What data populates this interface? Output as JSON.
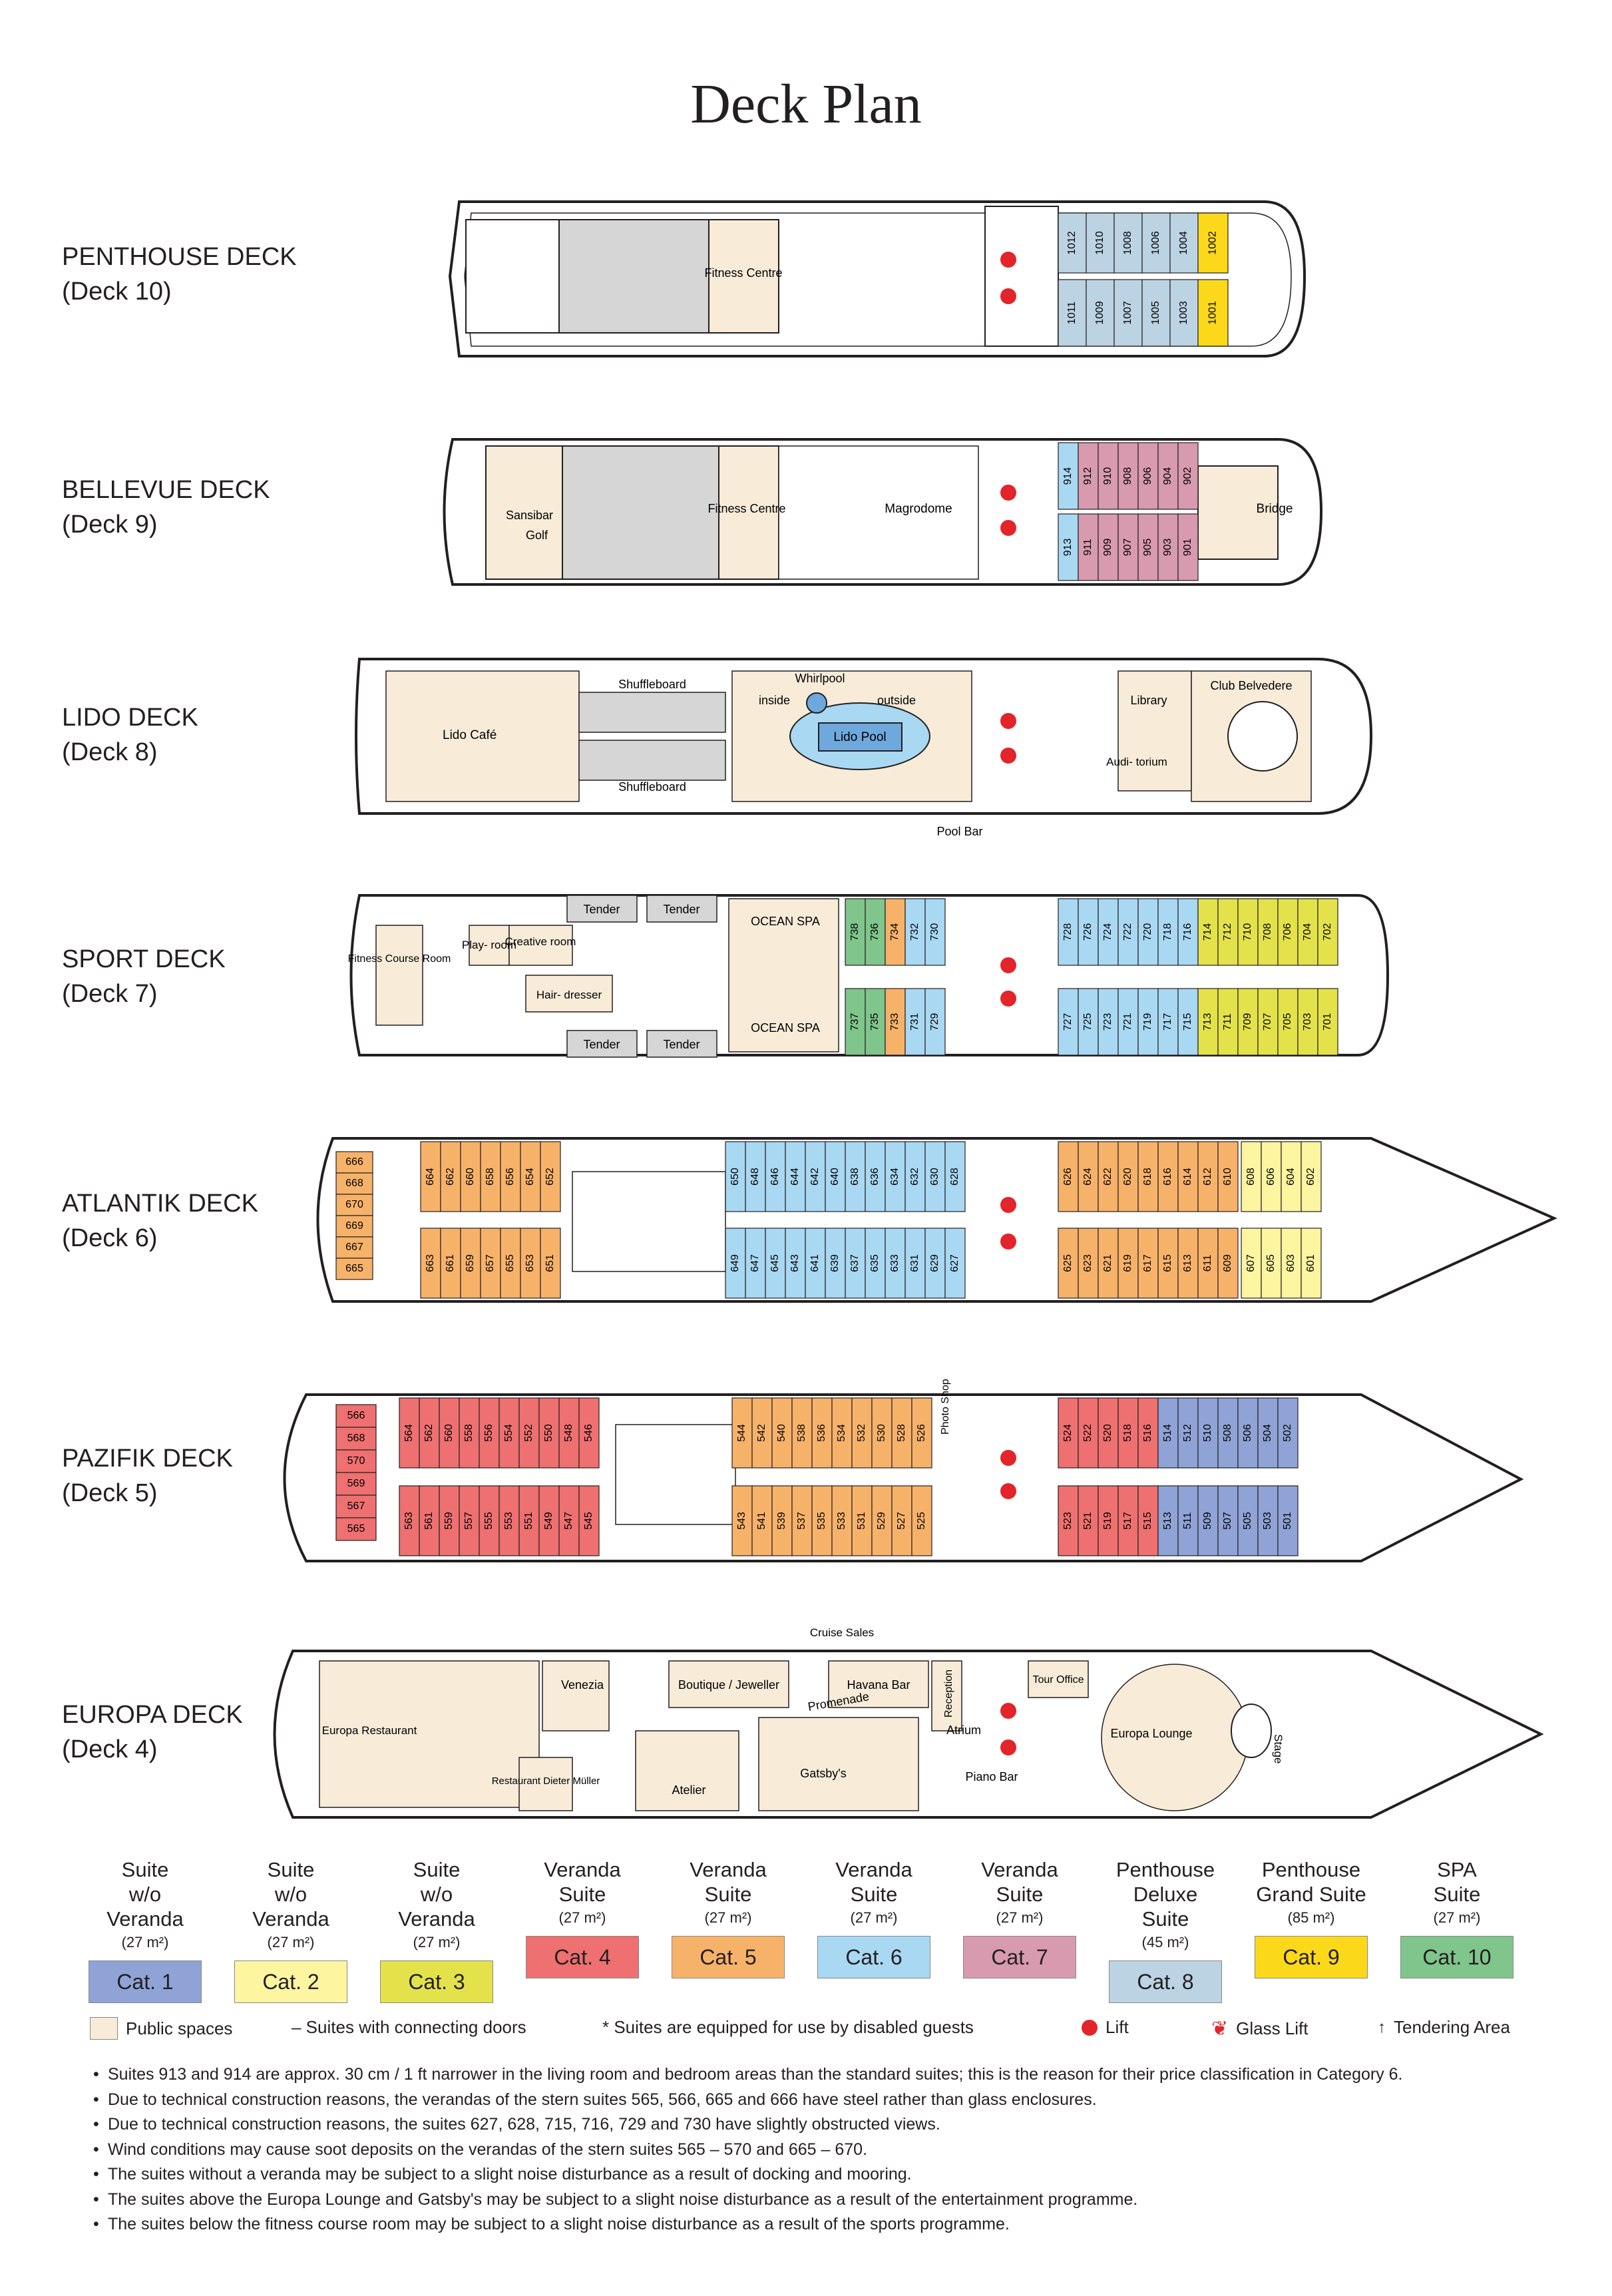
{
  "title": "Deck Plan",
  "colors": {
    "cat1": "#8fa3d6",
    "cat2": "#fdf5a0",
    "cat3": "#e4e24a",
    "cat4": "#ee7070",
    "cat5": "#f7b26a",
    "cat6": "#a9d8f3",
    "cat7": "#d89aae",
    "cat8": "#bcd3e3",
    "cat9": "#fbd91a",
    "cat10": "#7fc58c",
    "public": "#f8ecd9",
    "lift": "#e3242b"
  },
  "decks": [
    {
      "name": "PENTHOUSE DECK",
      "sub": "(Deck 10)"
    },
    {
      "name": "BELLEVUE DECK",
      "sub": "(Deck 9)"
    },
    {
      "name": "LIDO DECK",
      "sub": "(Deck 8)"
    },
    {
      "name": "SPORT DECK",
      "sub": "(Deck 7)"
    },
    {
      "name": "ATLANTIK DECK",
      "sub": "(Deck 6)"
    },
    {
      "name": "PAZIFIK DECK",
      "sub": "(Deck 5)"
    },
    {
      "name": "EUROPA DECK",
      "sub": "(Deck 4)"
    }
  ],
  "places": {
    "fitness_centre": "Fitness Centre",
    "sansibar": "Sansibar",
    "golf": "Golf",
    "magrodome": "Magrodome",
    "bridge": "Bridge",
    "shuffleboard": "Shuffleboard",
    "whirlpool": "Whirlpool",
    "inside": "inside",
    "outside": "outside",
    "lido_pool": "Lido Pool",
    "lido_cafe": "Lido Café",
    "library": "Library",
    "club_belvedere": "Club Belvedere",
    "auditorium": "Audi- torium",
    "pool_bar": "Pool Bar",
    "tender": "Tender",
    "ocean_spa": "OCEAN SPA",
    "fitness_course_room": "Fitness Course Room",
    "playroom": "Play- room",
    "creative_room": "Creative room",
    "hairdresser": "Hair- dresser",
    "photo_shop": "Photo Shop",
    "venezia": "Venezia",
    "boutique": "Boutique / Jeweller",
    "cruise_sales": "Cruise Sales",
    "havana_bar": "Havana Bar",
    "reception": "Reception",
    "tour_office": "Tour Office",
    "promenade": "Promenade",
    "atrium": "Atrium",
    "europa_restaurant": "Europa Restaurant",
    "restaurant_dieter": "Restaurant Dieter Müller",
    "atelier": "Atelier",
    "gatsbys": "Gatsby's",
    "piano_bar": "Piano Bar",
    "europa_lounge": "Europa Lounge",
    "stage": "Stage"
  },
  "legend": [
    {
      "type": "Suite w/o Veranda",
      "size": "(27 m²)",
      "cat": "Cat. 1",
      "color": "#8fa3d6"
    },
    {
      "type": "Suite w/o Veranda",
      "size": "(27 m²)",
      "cat": "Cat. 2",
      "color": "#fdf5a0"
    },
    {
      "type": "Suite w/o Veranda",
      "size": "(27 m²)",
      "cat": "Cat. 3",
      "color": "#e4e24a"
    },
    {
      "type": "Veranda Suite",
      "size": "(27 m²)",
      "cat": "Cat. 4",
      "color": "#ee7070"
    },
    {
      "type": "Veranda Suite",
      "size": "(27 m²)",
      "cat": "Cat. 5",
      "color": "#f7b26a"
    },
    {
      "type": "Veranda Suite",
      "size": "(27 m²)",
      "cat": "Cat. 6",
      "color": "#a9d8f3"
    },
    {
      "type": "Veranda Suite",
      "size": "(27 m²)",
      "cat": "Cat. 7",
      "color": "#d89aae"
    },
    {
      "type": "Penthouse Deluxe Suite",
      "size": "(45 m²)",
      "cat": "Cat. 8",
      "color": "#bcd3e3"
    },
    {
      "type": "Penthouse Grand Suite",
      "size": "(85 m²)",
      "cat": "Cat. 9",
      "color": "#fbd91a"
    },
    {
      "type": "SPA Suite",
      "size": "(27 m²)",
      "cat": "Cat. 10",
      "color": "#7fc58c"
    }
  ],
  "key": {
    "public_spaces": "Public spaces",
    "connecting": "–  Suites with connecting doors",
    "disabled": "*  Suites are equipped for use by disabled guests",
    "lift": "Lift",
    "glass_lift": "Glass Lift",
    "tendering": "Tendering Area"
  },
  "notes": [
    "Suites 913 and 914 are approx. 30 cm / 1 ft narrower in the living room and bedroom areas than the standard suites; this is the reason for their price classification in Category 6.",
    "Due to technical construction reasons, the verandas of the stern suites 565, 566, 665 and 666 have steel rather than glass enclosures.",
    "Due to technical construction reasons, the suites 627, 628, 715, 716, 729 and 730 have slightly obstructed views.",
    "Wind conditions may cause soot deposits on the verandas of the stern suites 565 – 570 and 665 – 670.",
    "The suites without a veranda may be subject to a slight noise disturbance as a result of docking and mooring.",
    "The suites above the Europa Lounge and Gatsby's may be subject to a slight noise disturbance as a result of the entertainment programme.",
    "The suites below the fitness course room may be subject to a slight noise disturbance as a result of the sports programme."
  ],
  "cabins": {
    "d10_top": [
      "1012",
      "1010",
      "1008",
      "1006",
      "1004"
    ],
    "d10_bot": [
      "1011",
      "1009",
      "1007",
      "1005",
      "1003"
    ],
    "d10_grand": [
      "1002",
      "1001"
    ],
    "d9_top": [
      "914",
      "912",
      "910",
      "908",
      "906",
      "904",
      "902"
    ],
    "d9_bot": [
      "913",
      "911",
      "909",
      "907",
      "905",
      "903",
      "901"
    ],
    "d7_spa_top": [
      "738",
      "736"
    ],
    "d7_spa_bot": [
      "737",
      "735"
    ],
    "d7_a_top": [
      "734"
    ],
    "d7_a_bot": [
      "733"
    ],
    "d7_b_top": [
      "732",
      "730"
    ],
    "d7_b_bot": [
      "731",
      "729"
    ],
    "d7_c_top": [
      "728",
      "726",
      "724",
      "722",
      "720",
      "718",
      "716"
    ],
    "d7_c_bot": [
      "727",
      "725",
      "723",
      "721",
      "719",
      "717",
      "715"
    ],
    "d7_d_top": [
      "714",
      "712",
      "710",
      "708",
      "706",
      "704",
      "702"
    ],
    "d7_d_bot": [
      "713",
      "711",
      "709",
      "707",
      "705",
      "703",
      "701"
    ],
    "d6_stern": [
      "666",
      "668",
      "670",
      "669",
      "667",
      "665"
    ],
    "d6_a_top": [
      "664",
      "662",
      "660",
      "658",
      "656",
      "654",
      "652"
    ],
    "d6_a_bot": [
      "663",
      "661",
      "659",
      "657",
      "655",
      "653",
      "651"
    ],
    "d6_b_top": [
      "650",
      "648",
      "646",
      "644",
      "642",
      "640",
      "638",
      "636",
      "634",
      "632",
      "630",
      "628"
    ],
    "d6_b_bot": [
      "649",
      "647",
      "645",
      "643",
      "641",
      "639",
      "637",
      "635",
      "633",
      "631",
      "629",
      "627"
    ],
    "d6_c_top": [
      "626",
      "624",
      "622",
      "620",
      "618",
      "616",
      "614",
      "612",
      "610"
    ],
    "d6_c_bot": [
      "625",
      "623",
      "621",
      "619",
      "617",
      "615",
      "613",
      "611",
      "609"
    ],
    "d6_d_top": [
      "608",
      "606",
      "604",
      "602"
    ],
    "d6_d_bot": [
      "607",
      "605",
      "603",
      "601"
    ],
    "d5_stern": [
      "566",
      "568",
      "570",
      "569",
      "567",
      "565"
    ],
    "d5_a_top": [
      "564",
      "562",
      "560",
      "558",
      "556",
      "554",
      "552",
      "550",
      "548",
      "546"
    ],
    "d5_a_bot": [
      "563",
      "561",
      "559",
      "557",
      "555",
      "553",
      "551",
      "549",
      "547",
      "545"
    ],
    "d5_b_top": [
      "544",
      "542",
      "540",
      "538",
      "536",
      "534",
      "532",
      "530",
      "528",
      "526"
    ],
    "d5_b_bot": [
      "543",
      "541",
      "539",
      "537",
      "535",
      "533",
      "531",
      "529",
      "527",
      "525"
    ],
    "d5_c_top": [
      "524",
      "522",
      "520",
      "518",
      "516"
    ],
    "d5_c_bot": [
      "523",
      "521",
      "519",
      "517",
      "515"
    ],
    "d5_d_top": [
      "514",
      "512",
      "510",
      "508",
      "506",
      "504",
      "502"
    ],
    "d5_d_bot": [
      "513",
      "511",
      "509",
      "507",
      "505",
      "503",
      "501"
    ]
  }
}
